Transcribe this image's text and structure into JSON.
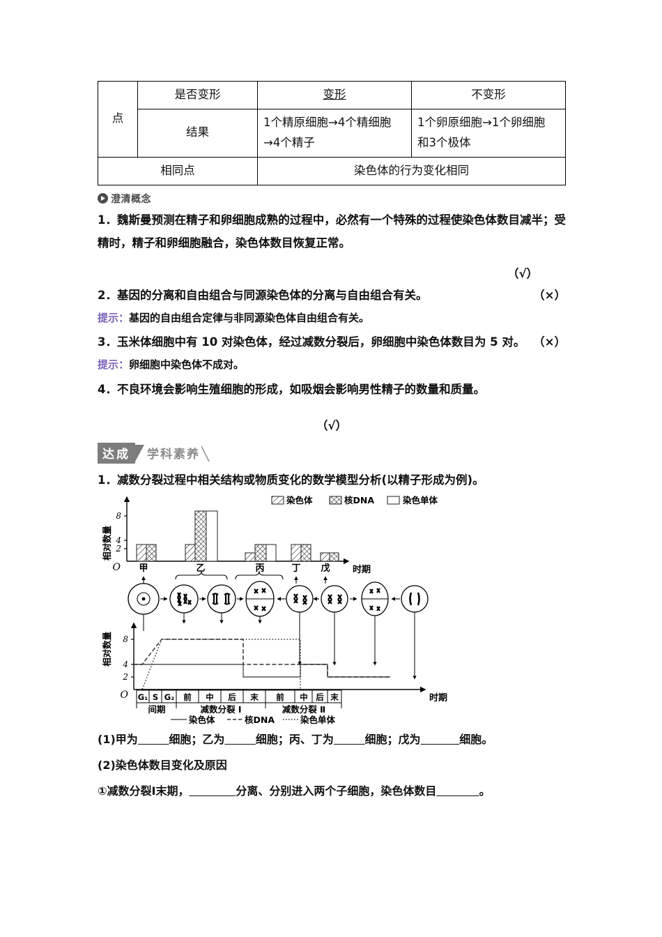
{
  "table": {
    "lead_label": "点",
    "rows": [
      {
        "header": "是否变形",
        "col1": "变形",
        "col2": "不变形",
        "underline_headers": true
      },
      {
        "header": "结果",
        "col1_line1": "1个精原细胞→4个精细胞",
        "col1_line2": "→4个精子",
        "col2_line1": "1个卵原细胞→1个卵细胞",
        "col2_line2": "和3个极体"
      },
      {
        "header": "相同点",
        "span": "染色体的行为变化相同"
      }
    ]
  },
  "clarify": {
    "badge_icon": "play-triangle-icon",
    "title": "澄清概念",
    "items": [
      {
        "number": "1．",
        "text": "魏斯曼预测在精子和卵细胞成熟的过程中，必然有一个特殊的过程使染色体数目减半；受精时，精子和卵细胞融合，染色体数目恢复正常。",
        "mark": "（√）",
        "mark_on_own_line": true,
        "hint": null
      },
      {
        "number": "2．",
        "text": "基因的分离和自由组合与同源染色体的分离与自由组合有关。",
        "mark": "（×）",
        "mark_on_own_line": false,
        "hint_label": "提示：",
        "hint": "基因的自由组合定律与非同源染色体自由组合有关。"
      },
      {
        "number": "3．",
        "text": "玉米体细胞中有 10 对染色体，经过减数分裂后，卵细胞中染色体数目为 5 对。",
        "mark": "（×）",
        "mark_on_own_line": false,
        "hint_label": "提示：",
        "hint": "卵细胞中染色体不成对。"
      },
      {
        "number": "4．",
        "text": "不良环境会影响生殖细胞的形成，如吸烟会影响男性精子的数量和质量。",
        "mark": "（√）",
        "mark_on_own_line": true,
        "hint": null
      }
    ]
  },
  "achieve": {
    "badge_left": "达成",
    "badge_right": "学科素养",
    "item_number": "1．",
    "item_text": "减数分裂过程中相关结构或物质变化的数学模型分析(以精子形成为例)。"
  },
  "chart_data": [
    {
      "type": "bar",
      "title": "",
      "ylabel": "相对数量",
      "xlabel": "时期",
      "categories": [
        "甲",
        "乙",
        "丙",
        "丁",
        "戊"
      ],
      "yticks": [
        0,
        2,
        4,
        8
      ],
      "ylim": [
        0,
        9
      ],
      "origin_label": "O",
      "legend_position": "top-right",
      "series": [
        {
          "name": "染色体",
          "pattern": "diagonal-hatch",
          "values": [
            4,
            4,
            2,
            4,
            2
          ]
        },
        {
          "name": "核DNA",
          "pattern": "cross-hatch",
          "values": [
            4,
            8,
            4,
            4,
            2
          ]
        },
        {
          "name": "染色单体",
          "pattern": "empty",
          "values": [
            0,
            8,
            4,
            0,
            0
          ]
        }
      ]
    },
    {
      "type": "line",
      "title": "",
      "ylabel": "相对数量",
      "xlabel": "时期",
      "yticks": [
        0,
        2,
        4,
        8
      ],
      "ylim": [
        0,
        9
      ],
      "origin_label": "O",
      "stage_ticks": [
        "G₁",
        "S",
        "G₂",
        "前",
        "中",
        "后",
        "末",
        "前",
        "中",
        "后",
        "末"
      ],
      "stage_groups": [
        {
          "label": "间期",
          "span": 3
        },
        {
          "label": "减数分裂 Ⅰ",
          "span": 4
        },
        {
          "label": "减数分裂 Ⅱ",
          "span": 4
        }
      ],
      "legend_position": "below",
      "series": [
        {
          "name": "染色体",
          "style": "solid",
          "values": [
            4,
            4,
            4,
            4,
            4,
            4,
            4,
            2,
            2,
            4,
            2
          ]
        },
        {
          "name": "核DNA",
          "style": "dashed",
          "values": [
            4,
            6,
            8,
            8,
            8,
            8,
            8,
            4,
            4,
            4,
            2
          ]
        },
        {
          "name": "染色单体",
          "style": "dotted",
          "values": [
            0,
            4,
            8,
            8,
            8,
            8,
            8,
            8,
            8,
            0,
            0
          ]
        }
      ]
    }
  ],
  "cell_diagram": {
    "cells": [
      {
        "name": "spermatogonium",
        "stage": "甲"
      },
      {
        "name": "meiosis-I-prophase",
        "stage": "乙"
      },
      {
        "name": "meiosis-I-metaphase",
        "stage": "乙"
      },
      {
        "name": "meiosis-I-anaphase",
        "stage": "乙"
      },
      {
        "name": "meiosis-II-prophase",
        "stage": "丙"
      },
      {
        "name": "meiosis-II-metaphase",
        "stage": "丙"
      },
      {
        "name": "meiosis-II-anaphase",
        "stage": "丁"
      },
      {
        "name": "spermatid",
        "stage": "戊"
      }
    ]
  },
  "questions": {
    "q1_parts": [
      "(1)甲为",
      "细胞；乙为",
      "细胞；丙、丁为",
      "细胞；戊为",
      "细胞。"
    ],
    "q2_title": "(2)染色体数目变化及原因",
    "q2_item": [
      "①减数分裂Ⅰ末期，",
      "分离、分别进入两个子细胞，染色体数目",
      "。"
    ]
  },
  "colors": {
    "hint_purple": "#7a62b8",
    "badge_gray": "#7d7d7d",
    "text_gray": "#8a8a8a",
    "line": "#000000"
  }
}
